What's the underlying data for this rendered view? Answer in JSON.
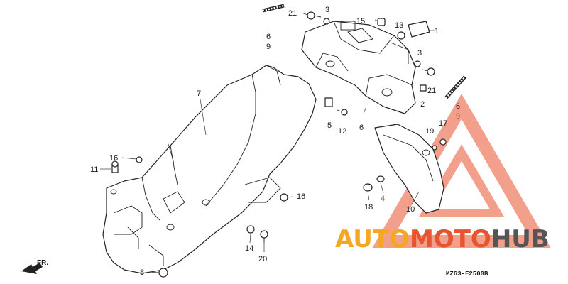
{
  "diagram": {
    "drawing_code": "MZ63-F2500B",
    "direction_label": "FR.",
    "callouts": [
      {
        "text": "1"
      },
      {
        "text": "2"
      },
      {
        "text": "3"
      },
      {
        "text": "3"
      },
      {
        "text": "4"
      },
      {
        "text": "5"
      },
      {
        "text": "6"
      },
      {
        "text": "9"
      },
      {
        "text": "6"
      },
      {
        "text": "6"
      },
      {
        "text": "9"
      },
      {
        "text": "7"
      },
      {
        "text": "8"
      },
      {
        "text": "10"
      },
      {
        "text": "11"
      },
      {
        "text": "12"
      },
      {
        "text": "13"
      },
      {
        "text": "14"
      },
      {
        "text": "15"
      },
      {
        "text": "16"
      },
      {
        "text": "16"
      },
      {
        "text": "17"
      },
      {
        "text": "18"
      },
      {
        "text": "19"
      },
      {
        "text": "20"
      },
      {
        "text": "21"
      },
      {
        "text": "21"
      }
    ],
    "watermark": {
      "part1": "AUTO",
      "part2": "MOTO",
      "part3": "HUB",
      "color_auto": "#f5a623",
      "color_moto": "#e8542f",
      "color_hub": "#555555",
      "triangle_color": "#e8542f"
    }
  }
}
